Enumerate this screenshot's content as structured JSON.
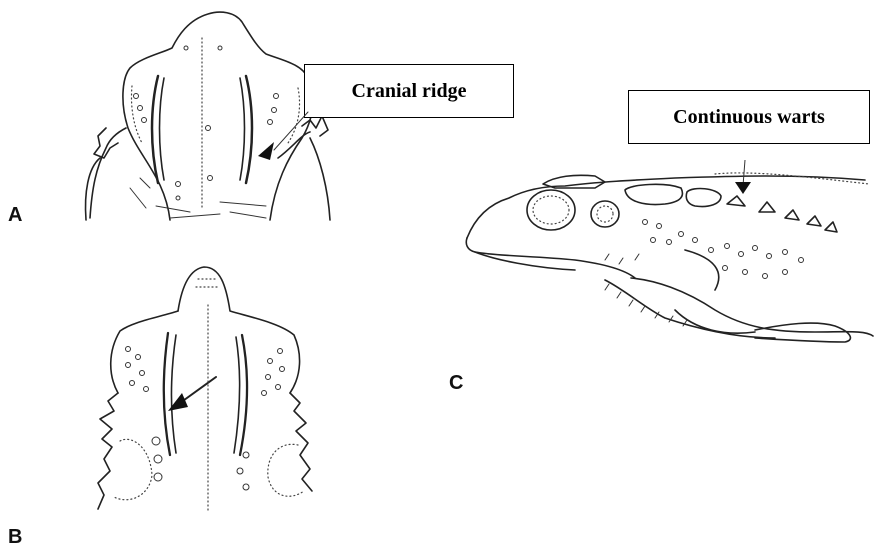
{
  "figure": {
    "panels": [
      {
        "letter": "A",
        "view": "dorsal view of head",
        "icon": "toad-head-dorsal-icon"
      },
      {
        "letter": "B",
        "view": "dorsal view of head",
        "icon": "toad-head-dorsal-icon"
      },
      {
        "letter": "C",
        "view": "lateral view of toad",
        "icon": "toad-lateral-icon"
      }
    ],
    "callouts": {
      "cranial_ridge": "Cranial ridge",
      "continuous_warts": "Continuous warts"
    },
    "colors": {
      "ink": "#222222",
      "background": "#ffffff"
    }
  }
}
